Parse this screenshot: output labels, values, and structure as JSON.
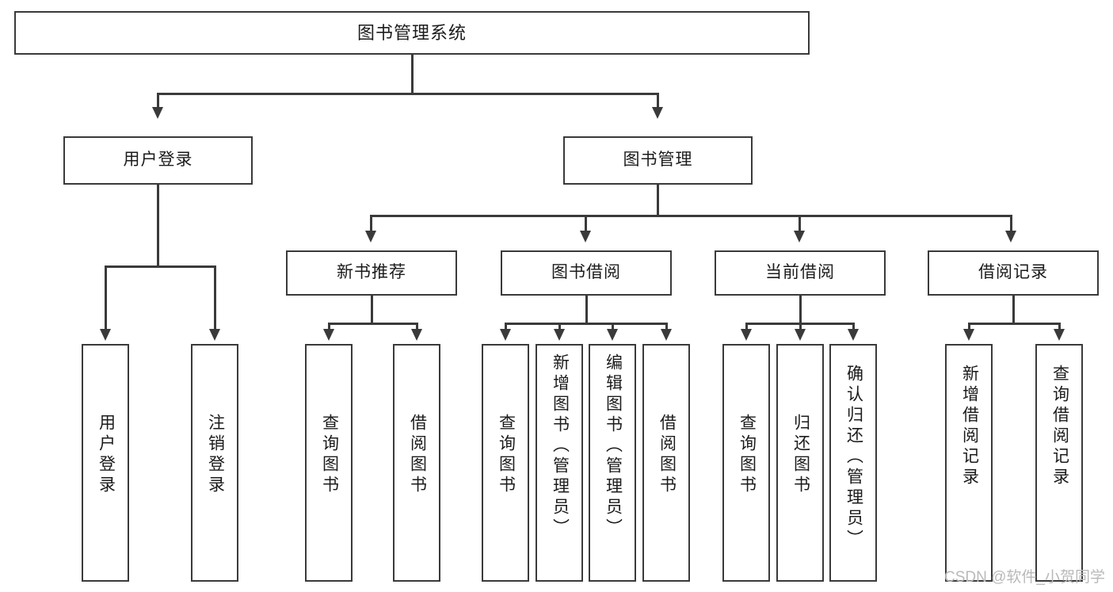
{
  "diagram": {
    "title": "图书管理系统",
    "type": "functional-structure-tree",
    "watermark": "CSDN @软件_小贺同学",
    "colors": {
      "stroke": "#3a3a3a",
      "fill": "#ffffff",
      "text": "#1b1b1b",
      "watermark": "#b9b9b9"
    }
  },
  "root": {
    "label": "图书管理系统"
  },
  "level2": [
    {
      "label": "用户登录"
    },
    {
      "label": "图书管理"
    }
  ],
  "level3": [
    {
      "label": "新书推荐"
    },
    {
      "label": "图书借阅"
    },
    {
      "label": "当前借阅"
    },
    {
      "label": "借阅记录"
    }
  ],
  "leaves": {
    "user_login": [
      {
        "label": "用户登录"
      },
      {
        "label": "注销登录"
      }
    ],
    "new_book_recommend": [
      {
        "label": "查询图书"
      },
      {
        "label": "借阅图书"
      }
    ],
    "book_borrow": [
      {
        "label": "查询图书"
      },
      {
        "label": "新增图书（管理员）"
      },
      {
        "label": "编辑图书（管理员）"
      },
      {
        "label": "借阅图书"
      }
    ],
    "current_borrow": [
      {
        "label": "查询图书"
      },
      {
        "label": "归还图书"
      },
      {
        "label": "确认归还（管理员）"
      }
    ],
    "borrow_record": [
      {
        "label": "新增借阅记录"
      },
      {
        "label": "查询借阅记录"
      }
    ]
  }
}
